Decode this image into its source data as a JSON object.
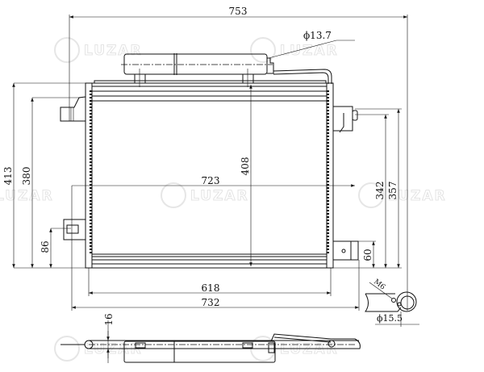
{
  "drawing": {
    "title": "Condenser dimension drawing",
    "watermark": "LUZAR",
    "dimensions": {
      "overall_width": "753",
      "tube_diameter": "ϕ13.7",
      "height_total": "413",
      "height_left_bracket": "380",
      "height_lower_bracket": "86",
      "core_height": "408",
      "core_width": "723",
      "right_342": "342",
      "right_357": "357",
      "right_60": "60",
      "width_618": "618",
      "width_732": "732",
      "thread": "M6",
      "fitting_diameter": "ϕ15.5",
      "depth": "16"
    }
  }
}
